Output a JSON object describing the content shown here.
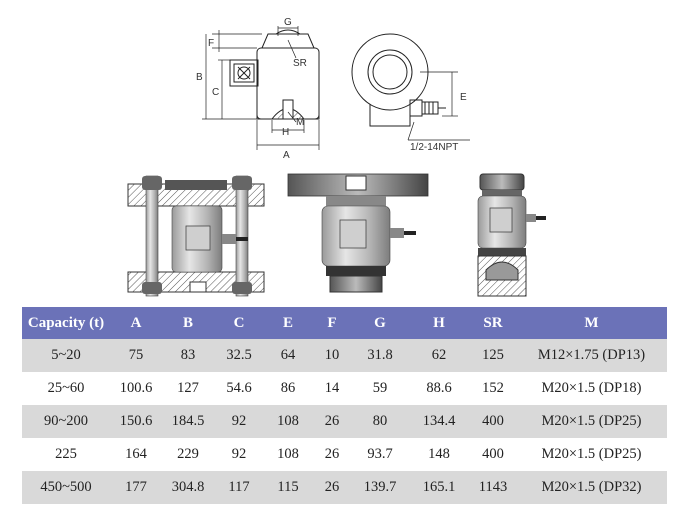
{
  "drawing_labels": {
    "g": "G",
    "f": "F",
    "sr": "SR",
    "b": "B",
    "c": "C",
    "m": "M",
    "h": "H",
    "a": "A",
    "e": "E",
    "thread": "1/2-14NPT"
  },
  "table": {
    "headers": [
      "Capacity (t)",
      "A",
      "B",
      "C",
      "E",
      "F",
      "G",
      "H",
      "SR",
      "M"
    ],
    "rows": [
      [
        "5~20",
        "75",
        "83",
        "32.5",
        "64",
        "10",
        "31.8",
        "62",
        "125",
        "M12×1.75 (DP13)"
      ],
      [
        "25~60",
        "100.6",
        "127",
        "54.6",
        "86",
        "14",
        "59",
        "88.6",
        "152",
        "M20×1.5 (DP18)"
      ],
      [
        "90~200",
        "150.6",
        "184.5",
        "92",
        "108",
        "26",
        "80",
        "134.4",
        "400",
        "M20×1.5 (DP25)"
      ],
      [
        "225",
        "164",
        "229",
        "92",
        "108",
        "26",
        "93.7",
        "148",
        "400",
        "M20×1.5 (DP25)"
      ],
      [
        "450~500",
        "177",
        "304.8",
        "117",
        "115",
        "26",
        "139.7",
        "165.1",
        "1143",
        "M20×1.5 (DP32)"
      ]
    ]
  }
}
